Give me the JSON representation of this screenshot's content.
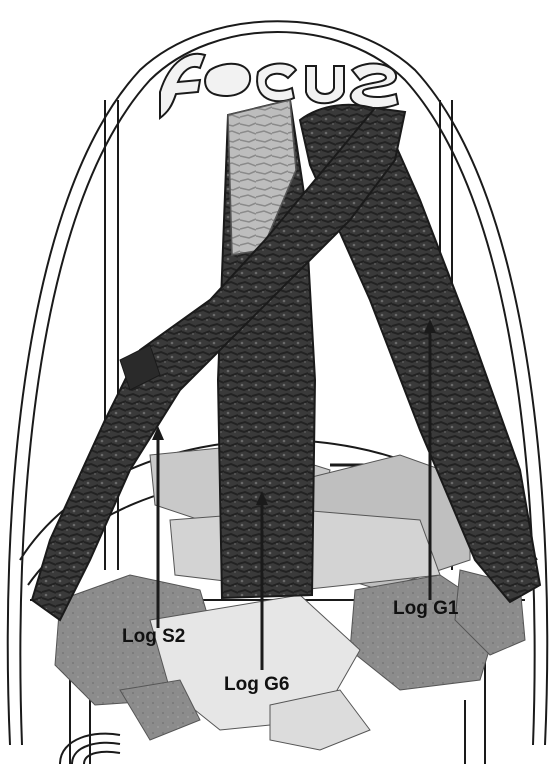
{
  "brand": {
    "logo_text": "focus"
  },
  "callouts": [
    {
      "id": "s2",
      "label": "Log S2"
    },
    {
      "id": "g6",
      "label": "Log G6"
    },
    {
      "id": "g1",
      "label": "Log G1"
    }
  ],
  "colors": {
    "outline": "#1a1a1a",
    "log_dark": "#2f2f2f",
    "log_light": "#bdbdbd",
    "stone": "#8c8c8c",
    "stone_light": "#c9c9c9",
    "fuel_bed_light": "#e6e6e6"
  }
}
